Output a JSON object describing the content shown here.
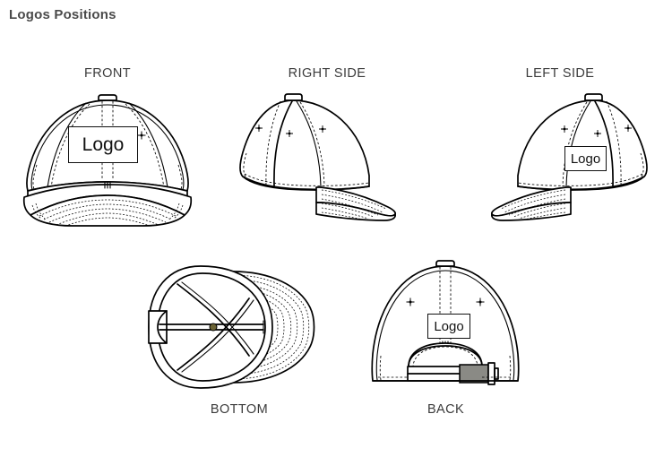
{
  "page": {
    "title": "Logos Positions",
    "background_color": "#ffffff",
    "line_color": "#000000",
    "title_color": "#4a4a4a",
    "accent_buckle_color": "#8a8a85",
    "center_button_color": "#6b6334"
  },
  "logo_placeholder_text": "Logo",
  "views": [
    {
      "id": "front",
      "label": "FRONT",
      "label_position": "top",
      "has_logo": true,
      "logo_text": "Logo",
      "logo_placement": "center front crown panel"
    },
    {
      "id": "right",
      "label": "RIGHT SIDE",
      "label_position": "top",
      "has_logo": false,
      "logo_text": "",
      "logo_placement": "none"
    },
    {
      "id": "left",
      "label": "LEFT SIDE",
      "label_position": "top",
      "has_logo": true,
      "logo_text": "Logo",
      "logo_placement": "left side panel"
    },
    {
      "id": "bottom",
      "label": "BOTTOM",
      "label_position": "bottom",
      "has_logo": false,
      "logo_text": "",
      "logo_placement": "none"
    },
    {
      "id": "back",
      "label": "BACK",
      "label_position": "bottom",
      "has_logo": true,
      "logo_text": "Logo",
      "logo_placement": "center back above closure strap"
    }
  ]
}
